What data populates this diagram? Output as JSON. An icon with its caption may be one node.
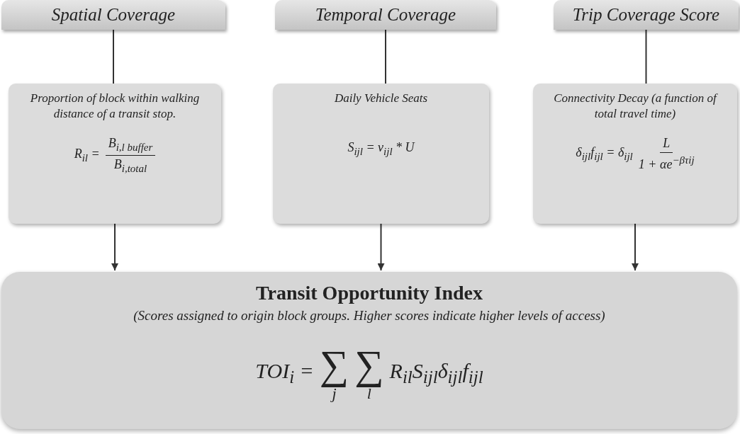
{
  "diagram": {
    "nodes": [
      {
        "text": [
          "Spatial Coverage"
        ]
      },
      {
        "text": [
          "Temporal Coverage"
        ]
      },
      {
        "text": [
          "Trip Coverage Score"
        ]
      },
      {
        "text": [
          "Proportion of block within walking distance of a transit stop.",
          "R$_{il}$ =",
          "B$_{i,l buffer}$",
          "B$_{i,total}$"
        ]
      },
      {
        "text": [
          "Daily Vehicle Seats",
          "S$_{ijl}$ = v$_{ijl}$ * U"
        ]
      },
      {
        "text": [
          "Connectivity Decay (a function of total travel time)",
          "δ$_{ijl}$f$_{ijl}$ = δ$_{ijl}$",
          "L",
          "1 + αe$^{−βτij}$"
        ]
      },
      {
        "text": [
          "Transit Opportunity Index",
          "(Scores assigned to origin block groups. Higher scores indicate higher levels of access)",
          "TOI$_{i}$ =",
          "∑",
          "∑",
          "R$_{il}$S$_{ijl}$δ$_{ijl}$f$_{ijl}$",
          "j",
          "l"
        ]
      }
    ],
    "edges": [
      {
        "from": 0,
        "to": 3,
        "arrow": "none"
      },
      {
        "from": 1,
        "to": 4,
        "arrow": "none"
      },
      {
        "from": 2,
        "to": 5,
        "arrow": "none"
      },
      {
        "from": 3,
        "to": 6,
        "arrow": "to"
      },
      {
        "from": 4,
        "to": 6,
        "arrow": "to"
      },
      {
        "from": 5,
        "to": 6,
        "arrow": "to"
      }
    ]
  }
}
